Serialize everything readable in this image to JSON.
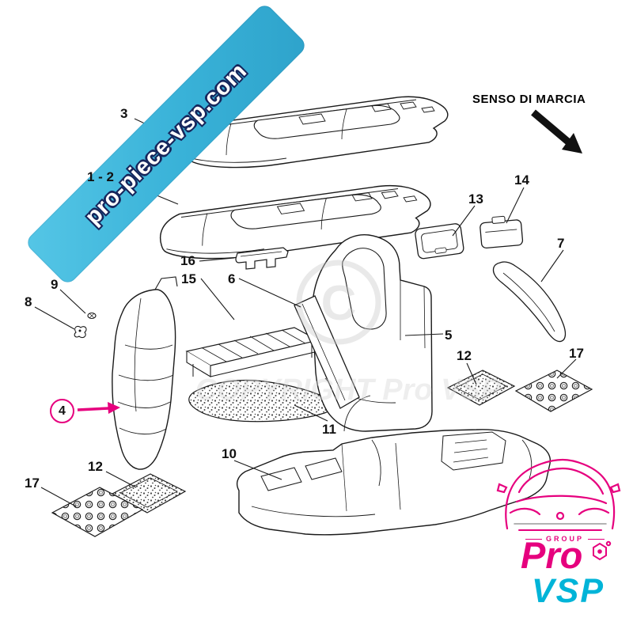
{
  "banner": {
    "text": "pro-piece-vsp.com"
  },
  "direction_label": "SENSO DI MARCIA",
  "watermark": {
    "symbol": "C",
    "text": "COPYRIGHT Pro VSP"
  },
  "part_labels": [
    {
      "text": "3"
    },
    {
      "text": "1 - 2"
    },
    {
      "text": "16"
    },
    {
      "text": "15"
    },
    {
      "text": "6"
    },
    {
      "text": "13"
    },
    {
      "text": "14"
    },
    {
      "text": "7"
    },
    {
      "text": "9"
    },
    {
      "text": "8"
    },
    {
      "text": "5"
    },
    {
      "text": "12"
    },
    {
      "text": "17"
    },
    {
      "text": "11"
    },
    {
      "text": "10"
    },
    {
      "text": "12"
    },
    {
      "text": "17"
    }
  ],
  "highlighted_part": {
    "text": "4"
  },
  "logo": {
    "group": "GROUP",
    "pro": "Pro",
    "vsp": "VSP"
  },
  "colors": {
    "banner_cyan": "#39b2d8",
    "accent_magenta": "#e6007e",
    "logo_cyan": "#00b4d8",
    "line": "#1a1a1a"
  }
}
